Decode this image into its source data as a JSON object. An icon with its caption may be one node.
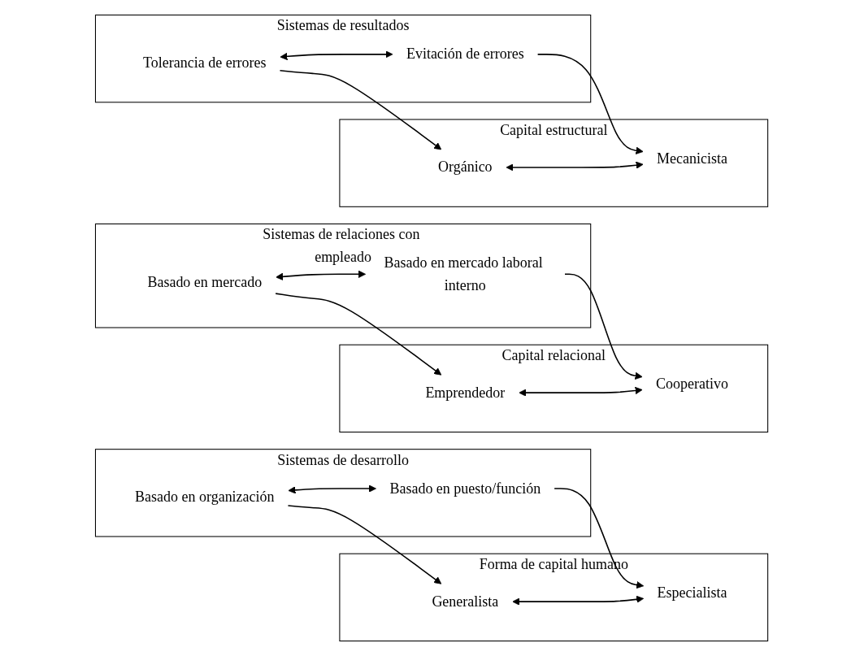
{
  "diagram": {
    "nodes": [
      {
        "text": [
          "Sistemas de desarrollo"
        ]
      },
      {
        "text": [
          "Basado en organización"
        ],
        "in": 0
      },
      {
        "text": [
          "Basado en puesto/función"
        ],
        "in": 0
      },
      {
        "text": [
          "Forma de capital humano"
        ]
      },
      {
        "text": [
          "Generalista"
        ],
        "in": 3
      },
      {
        "text": [
          "Especialista"
        ],
        "in": 3
      },
      {
        "text": [
          "Sistemas de relaciones con empleado"
        ]
      },
      {
        "text": [
          "Basado en mercado"
        ],
        "in": 6
      },
      {
        "text": [
          "Basado en mercado laboral interno"
        ],
        "in": 6
      },
      {
        "text": [
          "Capital relacional"
        ]
      },
      {
        "text": [
          "Emprendedor"
        ],
        "in": 9
      },
      {
        "text": [
          "Cooperativo"
        ],
        "in": 9
      },
      {
        "text": [
          "Sistemas de resultados"
        ]
      },
      {
        "text": [
          "Tolerancia de errores"
        ],
        "in": 12
      },
      {
        "text": [
          "Evitación de errores"
        ],
        "in": 12
      },
      {
        "text": [
          "Capital estructural"
        ]
      },
      {
        "text": [
          "Orgánico"
        ],
        "in": 15
      },
      {
        "text": [
          "Mecanicista"
        ],
        "in": 15
      }
    ],
    "edges": [
      {
        "from": 1,
        "to": 2,
        "arrow": "both"
      },
      {
        "from": 1,
        "to": 4,
        "arrow": "to"
      },
      {
        "from": 2,
        "to": 5,
        "arrow": "to"
      },
      {
        "from": 4,
        "to": 5,
        "arrow": "both"
      },
      {
        "from": 7,
        "to": 8,
        "arrow": "both"
      },
      {
        "from": 7,
        "to": 10,
        "arrow": "to"
      },
      {
        "from": 8,
        "to": 11,
        "arrow": "to"
      },
      {
        "from": 10,
        "to": 11,
        "arrow": "both"
      },
      {
        "from": 13,
        "to": 14,
        "arrow": "both"
      },
      {
        "from": 13,
        "to": 16,
        "arrow": "to"
      },
      {
        "from": 14,
        "to": 17,
        "arrow": "to"
      },
      {
        "from": 16,
        "to": 17,
        "arrow": "both"
      }
    ]
  }
}
